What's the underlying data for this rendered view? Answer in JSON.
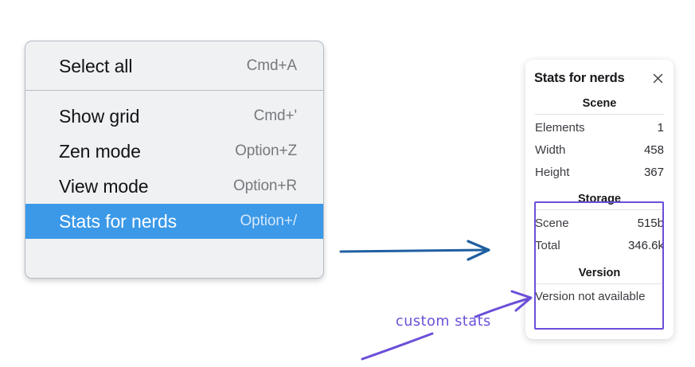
{
  "context_menu": {
    "groups": [
      {
        "items": [
          {
            "label": "Select all",
            "shortcut": "Cmd+A",
            "selected": false
          }
        ]
      },
      {
        "items": [
          {
            "label": "Show grid",
            "shortcut": "Cmd+'",
            "selected": false
          },
          {
            "label": "Zen mode",
            "shortcut": "Option+Z",
            "selected": false
          },
          {
            "label": "View mode",
            "shortcut": "Option+R",
            "selected": false
          },
          {
            "label": "Stats for nerds",
            "shortcut": "Option+/",
            "selected": true
          }
        ]
      }
    ],
    "highlight_color": "#3b99e8"
  },
  "stats_panel": {
    "title": "Stats for nerds",
    "close_icon": "close-icon",
    "sections": [
      {
        "name": "Scene",
        "rows": [
          {
            "label": "Elements",
            "value": "1"
          },
          {
            "label": "Width",
            "value": "458"
          },
          {
            "label": "Height",
            "value": "367"
          }
        ]
      },
      {
        "name": "Storage",
        "rows": [
          {
            "label": "Scene",
            "value": "515b"
          },
          {
            "label": "Total",
            "value": "346.6k"
          }
        ]
      },
      {
        "name": "Version",
        "note": "Version not available"
      }
    ],
    "highlight_color": "#6b4fd8"
  },
  "annotations": {
    "custom_stats_label": "custom stats",
    "arrow_color_blue": "#1f5fa0",
    "arrow_color_purple": "#6b4fd8"
  }
}
